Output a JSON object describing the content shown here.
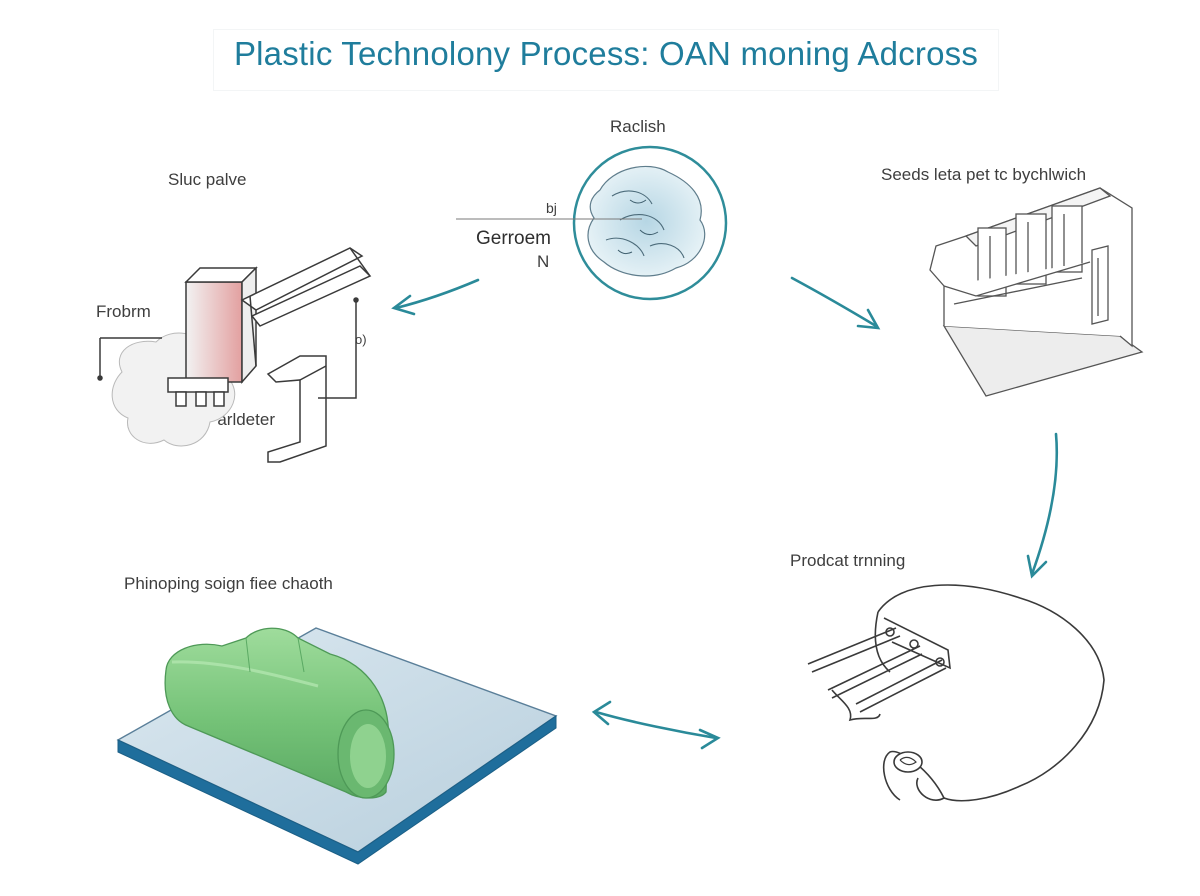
{
  "title": "Plastic Technolony Process: OAN moning Adcross",
  "labels": {
    "center_top": "Raclish",
    "center_b": "bj",
    "center_main": "Gerroem",
    "center_n": "N",
    "top_left": "Sluc palve",
    "left_side": "Frobrm",
    "left_o": "o)",
    "left_bottom": "Parldeter",
    "top_right": "Seeds leta pet tc bychlwich",
    "bottom_right": "Prodcat trnning",
    "bottom_left": "Phinoping soign fiee chaoth"
  },
  "colors": {
    "title": "#1f7d9c",
    "arrow": "#2a8a99",
    "circle": "#2f8d9a",
    "green_part": "#7fc97f",
    "base_plate": "#c9dbe6",
    "accent_red": "#d98a8a"
  }
}
